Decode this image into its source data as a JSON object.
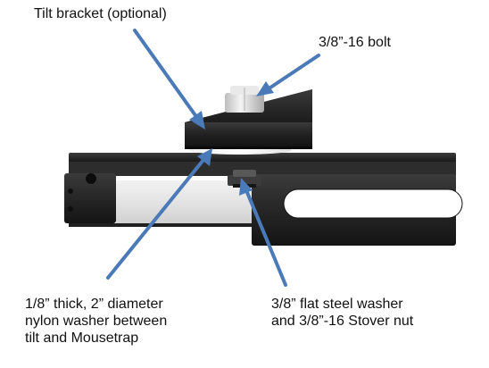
{
  "labels": {
    "tilt_bracket": "Tilt bracket (optional)",
    "bolt": "3/8”-16 bolt",
    "nylon_washer": [
      "1/8” thick, 2” diameter",
      "nylon washer between",
      "tilt and Mousetrap"
    ],
    "steel_washer": [
      "3/8” flat steel washer",
      "and 3/8”-16 Stover nut"
    ]
  },
  "colors": {
    "arrow": "#4a7ab8",
    "metal_dark": "#2b2b2b",
    "metal_black": "#151515",
    "rail_light": "#e6e6e6",
    "bolt_silver": "#d8d8d8"
  }
}
